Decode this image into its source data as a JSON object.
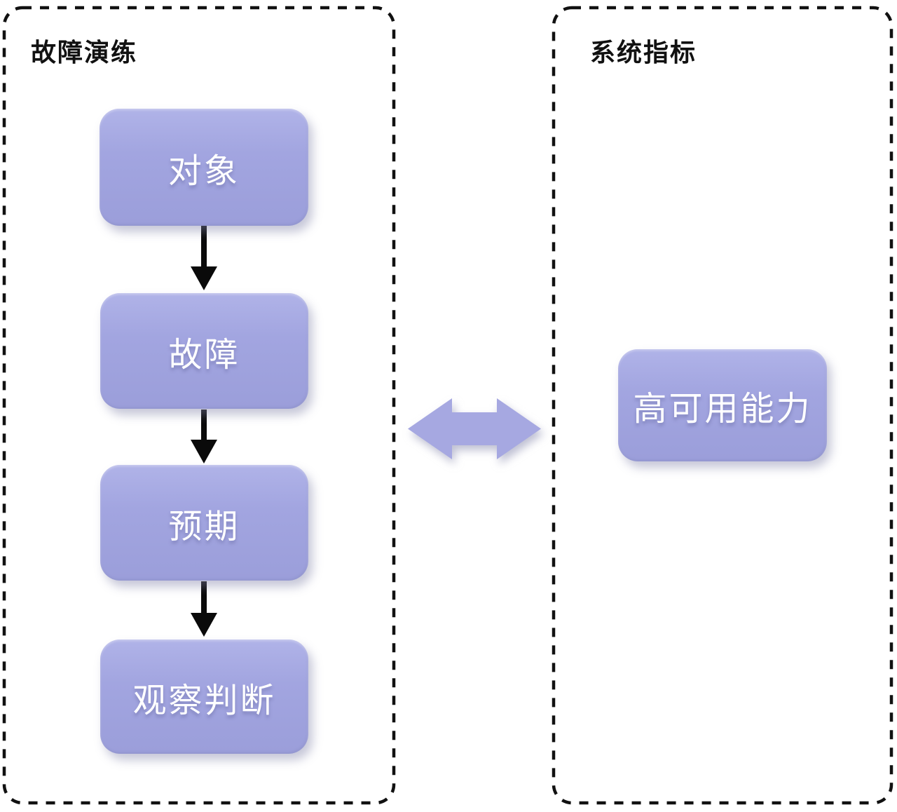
{
  "diagram": {
    "left_panel": {
      "title": "故障演练",
      "nodes": [
        "对象",
        "故障",
        "预期",
        "观察判断"
      ]
    },
    "right_panel": {
      "title": "系统指标",
      "nodes": [
        "高可用能力"
      ]
    },
    "connectors": {
      "down_arrow_count": 3,
      "link_arrow": "bidirectional-horizontal"
    },
    "colors": {
      "node_fill": "#a2a5e0",
      "node_fill_highlight": "#b0b3e8",
      "node_text": "#ffffff",
      "link_arrow_fill": "#a6a8e1",
      "outline": "#111111",
      "background": "#ffffff"
    }
  }
}
